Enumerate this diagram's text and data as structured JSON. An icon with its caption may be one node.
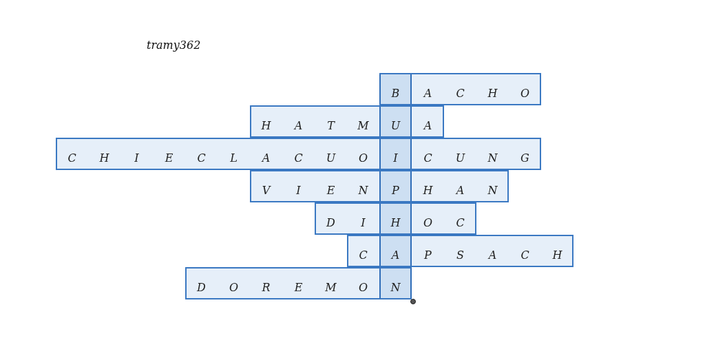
{
  "diagram": {
    "nodes": [
      {
        "text": [
          "B",
          "A",
          "C",
          "H",
          "O"
        ]
      },
      {
        "text": [
          "H",
          "A",
          "T",
          "M",
          "U",
          "A"
        ]
      },
      {
        "text": [
          "C",
          "H",
          "I",
          "E",
          "C",
          "L",
          "A",
          "C",
          "U",
          "O",
          "I",
          "C",
          "U",
          "N",
          "G"
        ]
      },
      {
        "text": [
          "V",
          "I",
          "E",
          "N",
          "P",
          "H",
          "A",
          "N"
        ]
      },
      {
        "text": [
          "D",
          "I",
          "H",
          "O",
          "C"
        ]
      },
      {
        "text": [
          "C",
          "A",
          "P",
          "S",
          "A",
          "C",
          "H"
        ]
      },
      {
        "text": [
          "D",
          "O",
          "R",
          "E",
          "M",
          "O",
          "N"
        ]
      }
    ],
    "labels": [
      "tramy362"
    ]
  }
}
